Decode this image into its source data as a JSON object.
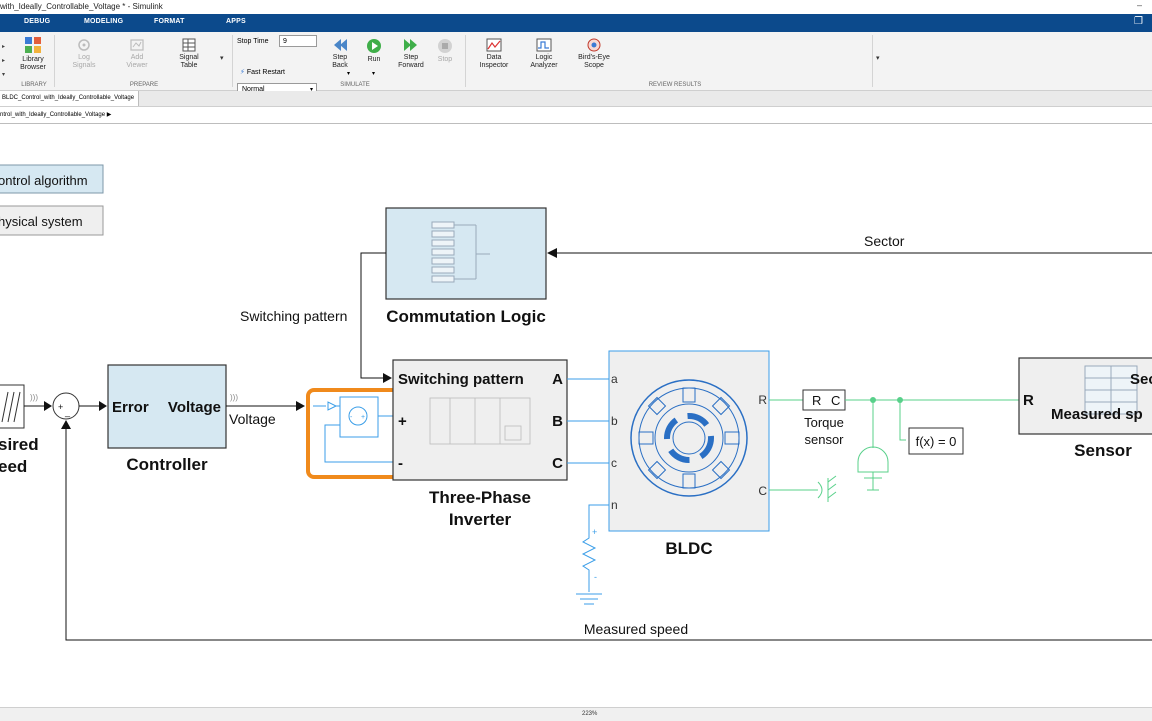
{
  "window": {
    "title": "with_Ideally_Controllable_Voltage * - Simulink",
    "controls": {
      "minimize": "–",
      "restore": "❐"
    }
  },
  "menu": {
    "items": [
      "DEBUG",
      "MODELING",
      "FORMAT",
      "APPS"
    ]
  },
  "ribbon": {
    "library": {
      "label": "Library\nBrowser",
      "group": "LIBRARY"
    },
    "prepare": {
      "log_signals": "Log\nSignals",
      "add_viewer": "Add\nViewer",
      "signal_table": "Signal\nTable",
      "group": "PREPARE"
    },
    "simulate": {
      "stop_time_label": "Stop Time",
      "stop_time_value": "9",
      "mode": "Normal",
      "fast_restart": "Fast Restart",
      "step_back": "Step\nBack",
      "run": "Run",
      "step_forward": "Step\nForward",
      "stop": "Stop",
      "group": "SIMULATE"
    },
    "review": {
      "data_inspector": "Data\nInspector",
      "logic_analyzer": "Logic\nAnalyzer",
      "birds_eye": "Bird's-Eye\nScope",
      "group": "REVIEW RESULTS"
    }
  },
  "tab": {
    "label": "BLDC_Control_with_Ideally_Controllable_Voltage"
  },
  "breadcrumb": {
    "label": "ntrol_with_Ideally_Controllable_Voltage"
  },
  "status": {
    "zoom": "223%"
  },
  "diagram": {
    "legend": {
      "control": "ontrol algorithm",
      "physical": "hysical system"
    },
    "commutation_label": "Commutation Logic",
    "sector_label": "Sector",
    "switching_pattern_label": "Switching pattern",
    "controller": {
      "in": "Error",
      "out": "Voltage",
      "name": "Controller"
    },
    "voltage_label": "Voltage",
    "desired_speed": {
      "line1": "sired",
      "line2": "eed"
    },
    "inverter": {
      "switching": "Switching pattern",
      "a": "A",
      "b": "B",
      "c": "C",
      "plus": "+",
      "minus": "-",
      "line1": "Three-Phase",
      "line2": "Inverter"
    },
    "bldc": {
      "a": "a",
      "b": "b",
      "c": "c",
      "n": "n",
      "r": "R",
      "cport": "C",
      "name": "BLDC"
    },
    "torque_sensor": {
      "r": "R",
      "c": "C",
      "line1": "Torque",
      "line2": "sensor"
    },
    "solver": "f(x) = 0",
    "sensor": {
      "r": "R",
      "sec": "Sec",
      "measured": "Measured sp",
      "name": "Sensor"
    },
    "measured_speed_label": "Measured speed",
    "sum": {
      "plus": "+",
      "minus": "_"
    },
    "voltage_source": {
      "plus": "+",
      "minus": "-"
    },
    "colors": {
      "control_fill": "#d6e8f2",
      "physical_fill": "#efefef",
      "physical_line": "#3b9ee8",
      "highlight": "#f08a1c",
      "conserving": "#58d08a"
    }
  }
}
